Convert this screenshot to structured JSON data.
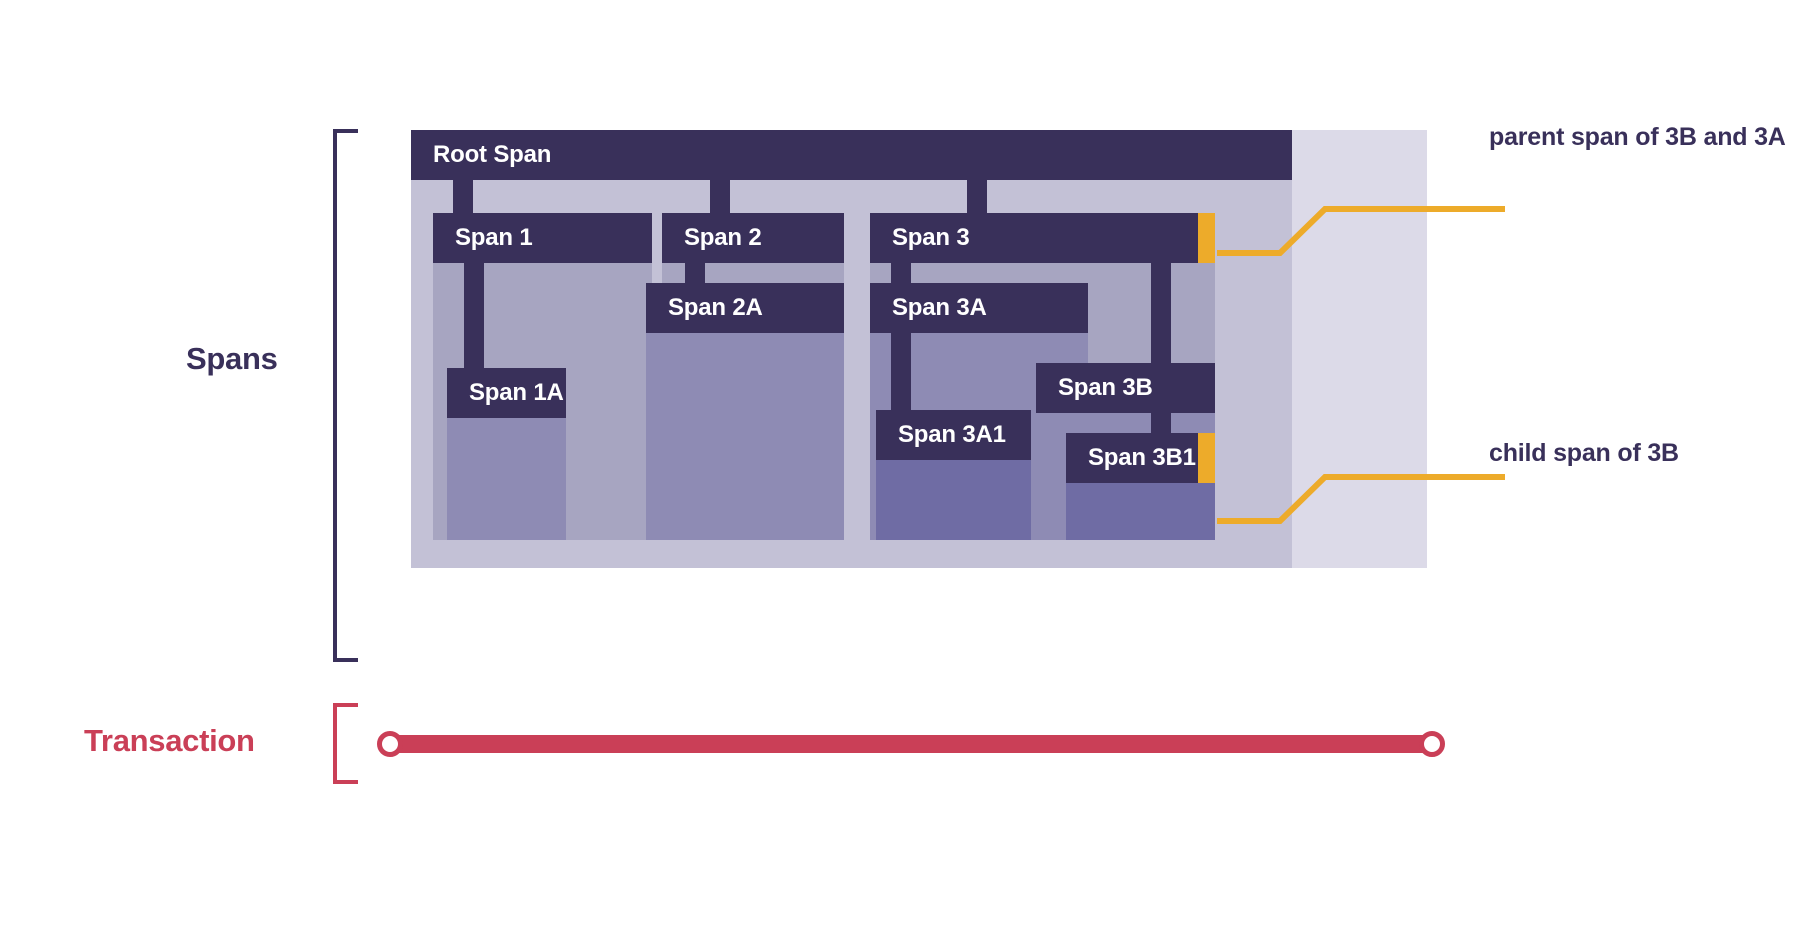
{
  "diagram": {
    "title": "Transaction and spans tree",
    "colors": {
      "span_bar": "#39305a",
      "highlight": "#edab2a",
      "transaction": "#ca3f57",
      "canvas": "#dcdae8"
    }
  },
  "labels": {
    "spans": "Spans",
    "transaction": "Transaction"
  },
  "spans": {
    "root": "Root Span",
    "s1": "Span 1",
    "s1a": "Span 1A",
    "s2": "Span 2",
    "s2a": "Span 2A",
    "s3": "Span 3",
    "s3a": "Span 3A",
    "s3a1": "Span 3A1",
    "s3b": "Span 3B",
    "s3b1": "Span 3B1"
  },
  "callouts": {
    "parent": "parent span of 3B and 3A",
    "child": "child span of 3B"
  },
  "tree": {
    "name": "Root Span",
    "children": [
      {
        "name": "Span 1",
        "children": [
          {
            "name": "Span 1A",
            "children": []
          }
        ]
      },
      {
        "name": "Span 2",
        "children": [
          {
            "name": "Span 2A",
            "children": []
          }
        ]
      },
      {
        "name": "Span 3",
        "children": [
          {
            "name": "Span 3A",
            "children": [
              {
                "name": "Span 3A1",
                "children": []
              }
            ]
          },
          {
            "name": "Span 3B",
            "children": [
              {
                "name": "Span 3B1",
                "children": []
              }
            ]
          }
        ]
      }
    ]
  }
}
